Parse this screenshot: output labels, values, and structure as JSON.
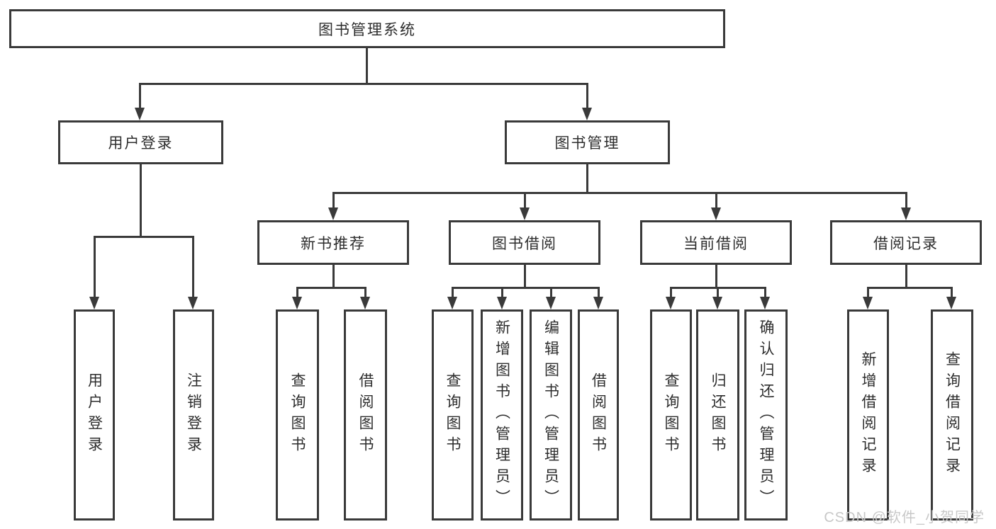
{
  "tree": {
    "root": {
      "label": "图书管理系统"
    },
    "login_branch": {
      "label": "用户登录",
      "leaves": [
        {
          "label": "用户登录"
        },
        {
          "label": "注销登录"
        }
      ]
    },
    "mgmt_branch": {
      "label": "图书管理",
      "groups": [
        {
          "label": "新书推荐",
          "leaves": [
            {
              "label": "查询图书"
            },
            {
              "label": "借阅图书"
            }
          ]
        },
        {
          "label": "图书借阅",
          "leaves": [
            {
              "label": "查询图书"
            },
            {
              "label": "新增图书（管理员）"
            },
            {
              "label": "编辑图书（管理员）"
            },
            {
              "label": "借阅图书"
            }
          ]
        },
        {
          "label": "当前借阅",
          "leaves": [
            {
              "label": "查询图书"
            },
            {
              "label": "归还图书"
            },
            {
              "label": "确认归还（管理员）"
            }
          ]
        },
        {
          "label": "借阅记录",
          "leaves": [
            {
              "label": "新增借阅记录"
            },
            {
              "label": "查询借阅记录"
            }
          ]
        }
      ]
    }
  },
  "watermark": {
    "text": "CSDN @软件_小贺同学"
  },
  "colors": {
    "line": "#3a3a3a",
    "text": "#2d2d2d",
    "bg": "#ffffff",
    "wm": "#c8c8c8"
  }
}
